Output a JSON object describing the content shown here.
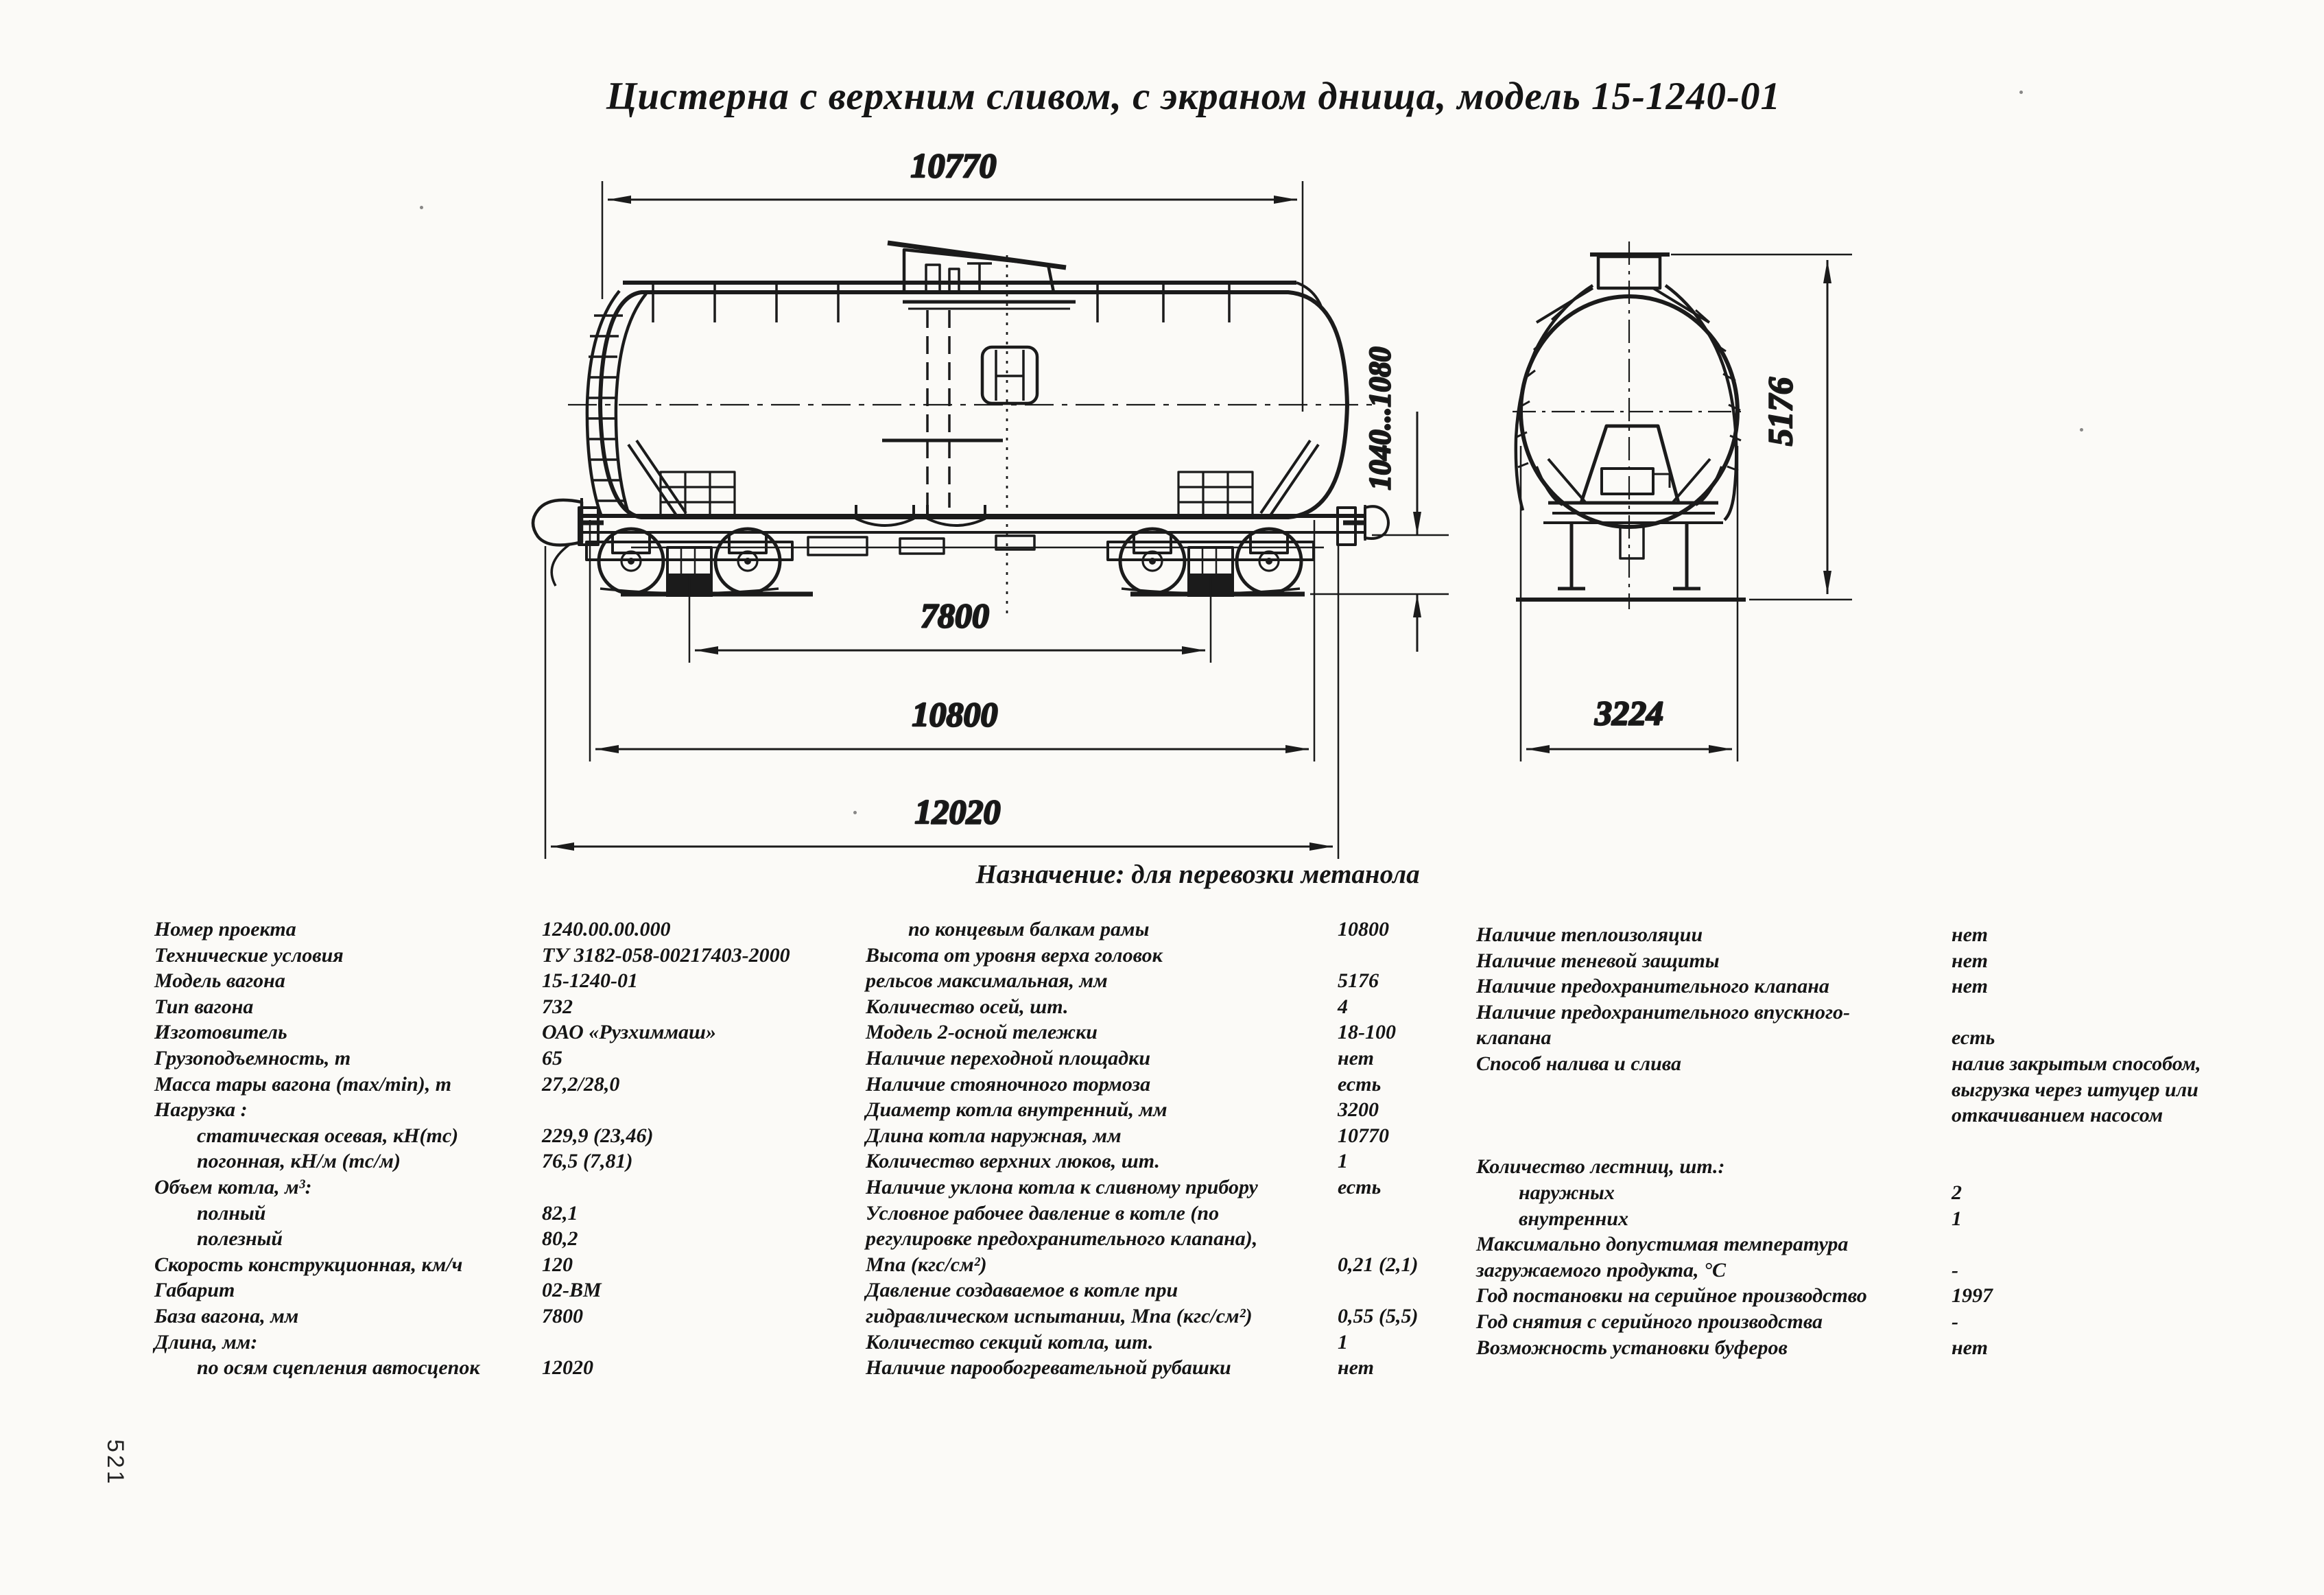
{
  "page": {
    "title": "Цистерна с верхним сливом, с экраном днища, модель 15-1240-01",
    "caption": "Назначение: для перевозки метанола",
    "page_number": "521"
  },
  "drawing": {
    "dims": {
      "tank_outer_length": "10770",
      "bogie_base": "7800",
      "frame_length": "10800",
      "coupler_length": "12020",
      "coupler_axis_height": "1040...1080",
      "max_height": "5176",
      "overall_width": "3224"
    }
  },
  "specs": {
    "col1": [
      {
        "label": "Номер проекта",
        "value": "1240.00.00.000",
        "indent": 0
      },
      {
        "label": "Технические условия",
        "value": "ТУ 3182-058-00217403-2000",
        "indent": 0
      },
      {
        "label": "Модель вагона",
        "value": "15-1240-01",
        "indent": 0
      },
      {
        "label": "Тип вагона",
        "value": "732",
        "indent": 0
      },
      {
        "label": "Изготовитель",
        "value": "ОАО «Рузхиммаш»",
        "indent": 0
      },
      {
        "label": "Грузоподъемность, т",
        "value": "65",
        "indent": 0
      },
      {
        "label": "Масса тары вагона (max/min), т",
        "value": "27,2/28,0",
        "indent": 0
      },
      {
        "label": "Нагрузка :",
        "value": "",
        "indent": 0
      },
      {
        "label": "статическая осевая, кН(тс)",
        "value": "229,9 (23,46)",
        "indent": 1
      },
      {
        "label": "погонная, кН/м (тс/м)",
        "value": "76,5 (7,81)",
        "indent": 1
      },
      {
        "label": "Объем котла, м³:",
        "value": "",
        "indent": 0
      },
      {
        "label": "полный",
        "value": "82,1",
        "indent": 1
      },
      {
        "label": "полезный",
        "value": "80,2",
        "indent": 1
      },
      {
        "label": "Скорость конструкционная, км/ч",
        "value": "120",
        "indent": 0
      },
      {
        "label": "Габарит",
        "value": "02-ВМ",
        "indent": 0
      },
      {
        "label": "База вагона, мм",
        "value": "7800",
        "indent": 0
      },
      {
        "label": "Длина, мм:",
        "value": "",
        "indent": 0
      },
      {
        "label": "по осям сцепления автосцепок",
        "value": "12020",
        "indent": 1
      }
    ],
    "col2": [
      {
        "label": "по концевым балкам рамы",
        "value": "10800",
        "indent": 1
      },
      {
        "label": "Высота от уровня верха головок",
        "value": "",
        "indent": 0
      },
      {
        "label": "рельсов максимальная, мм",
        "value": "5176",
        "indent": 0
      },
      {
        "label": "Количество осей, шт.",
        "value": "4",
        "indent": 0
      },
      {
        "label": "Модель 2-осной тележки",
        "value": "18-100",
        "indent": 0
      },
      {
        "label": "Наличие переходной площадки",
        "value": "нет",
        "indent": 0
      },
      {
        "label": "Наличие стояночного тормоза",
        "value": "есть",
        "indent": 0
      },
      {
        "label": "Диаметр котла внутренний, мм",
        "value": "3200",
        "indent": 0
      },
      {
        "label": "Длина котла наружная, мм",
        "value": "10770",
        "indent": 0
      },
      {
        "label": "Количество верхних люков, шт.",
        "value": "1",
        "indent": 0
      },
      {
        "label": "Наличие уклона котла к сливному прибору",
        "value": "есть",
        "indent": 0
      },
      {
        "label": "Условное рабочее давление в котле (по",
        "value": "",
        "indent": 0
      },
      {
        "label": "регулировке предохранительного клапана),",
        "value": "",
        "indent": 0
      },
      {
        "label": "Мпа (кгс/см²)",
        "value": "0,21 (2,1)",
        "indent": 0
      },
      {
        "label": "Давление создаваемое в котле при",
        "value": "",
        "indent": 0
      },
      {
        "label": "гидравлическом испытании, Мпа (кгс/см²)",
        "value": "0,55 (5,5)",
        "indent": 0
      },
      {
        "label": "Количество секций котла, шт.",
        "value": "1",
        "indent": 0
      },
      {
        "label": "Наличие парообогревательной рубашки",
        "value": "нет",
        "indent": 0
      }
    ],
    "col3": [
      {
        "label": "Наличие теплоизоляции",
        "value": "нет",
        "indent": 0
      },
      {
        "label": "Наличие теневой защиты",
        "value": "нет",
        "indent": 0
      },
      {
        "label": "Наличие предохранительного клапана",
        "value": "нет",
        "indent": 0
      },
      {
        "label": "Наличие предохранительного впускного-",
        "value": "",
        "indent": 0
      },
      {
        "label": "клапана",
        "value": "есть",
        "indent": 0
      },
      {
        "label": "Способ налива и слива",
        "value": "налив закрытым способом,",
        "indent": 0
      },
      {
        "label": "",
        "value": "выгрузка через штуцер или",
        "indent": 0
      },
      {
        "label": "",
        "value": "откачиванием насосом",
        "indent": 0
      },
      {
        "label": "",
        "value": "",
        "indent": 0
      },
      {
        "label": "Количество лестниц, шт.:",
        "value": "",
        "indent": 0
      },
      {
        "label": "наружных",
        "value": "2",
        "indent": 1
      },
      {
        "label": "внутренних",
        "value": "1",
        "indent": 1
      },
      {
        "label": "Максимально допустимая температура",
        "value": "",
        "indent": 0
      },
      {
        "label": "загружаемого продукта, °С",
        "value": "-",
        "indent": 0
      },
      {
        "label": "Год постановки на серийное производство",
        "value": "1997",
        "indent": 0
      },
      {
        "label": "Год снятия с серийного производства",
        "value": "-",
        "indent": 0
      },
      {
        "label": "Возможность установки буферов",
        "value": "нет",
        "indent": 0
      }
    ]
  }
}
